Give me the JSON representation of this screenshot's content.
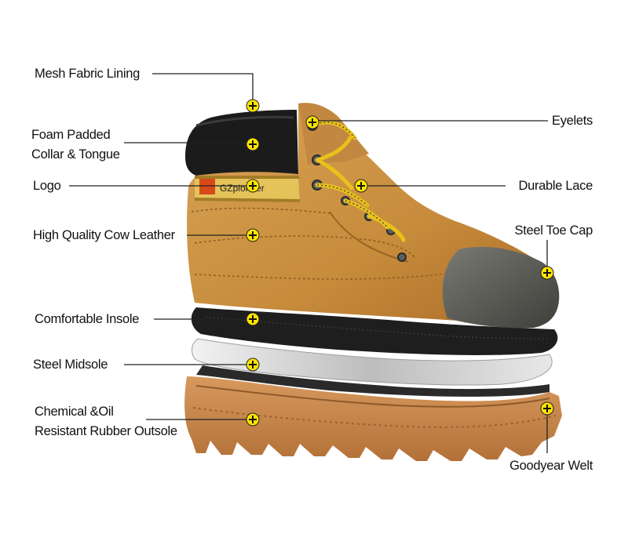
{
  "boot": {
    "brand_text": "GZpioneer",
    "colors": {
      "leather": "#c98f3e",
      "collar": "#1b1b1b",
      "lace_yellow": "#e8c21a",
      "toe_cap": "#5a5a55",
      "insole": "#1c1c1c",
      "midsole": "#d6d6d6",
      "outsole": "#c6844a",
      "marker": "#ffe500"
    }
  },
  "labels": {
    "mesh_fabric_lining": "Mesh Fabric Lining",
    "foam_padded_line1": "Foam Padded",
    "foam_padded_line2": "Collar & Tongue",
    "logo": "Logo",
    "cow_leather": "High Quality Cow Leather",
    "insole": "Comfortable Insole",
    "midsole": "Steel Midsole",
    "outsole_line1": "Chemical &Oil",
    "outsole_line2": "Resistant Rubber Outsole",
    "eyelets": "Eyelets",
    "durable_lace": "Durable Lace",
    "steel_toe_cap": "Steel Toe Cap",
    "goodyear_welt": "Goodyear Welt"
  }
}
